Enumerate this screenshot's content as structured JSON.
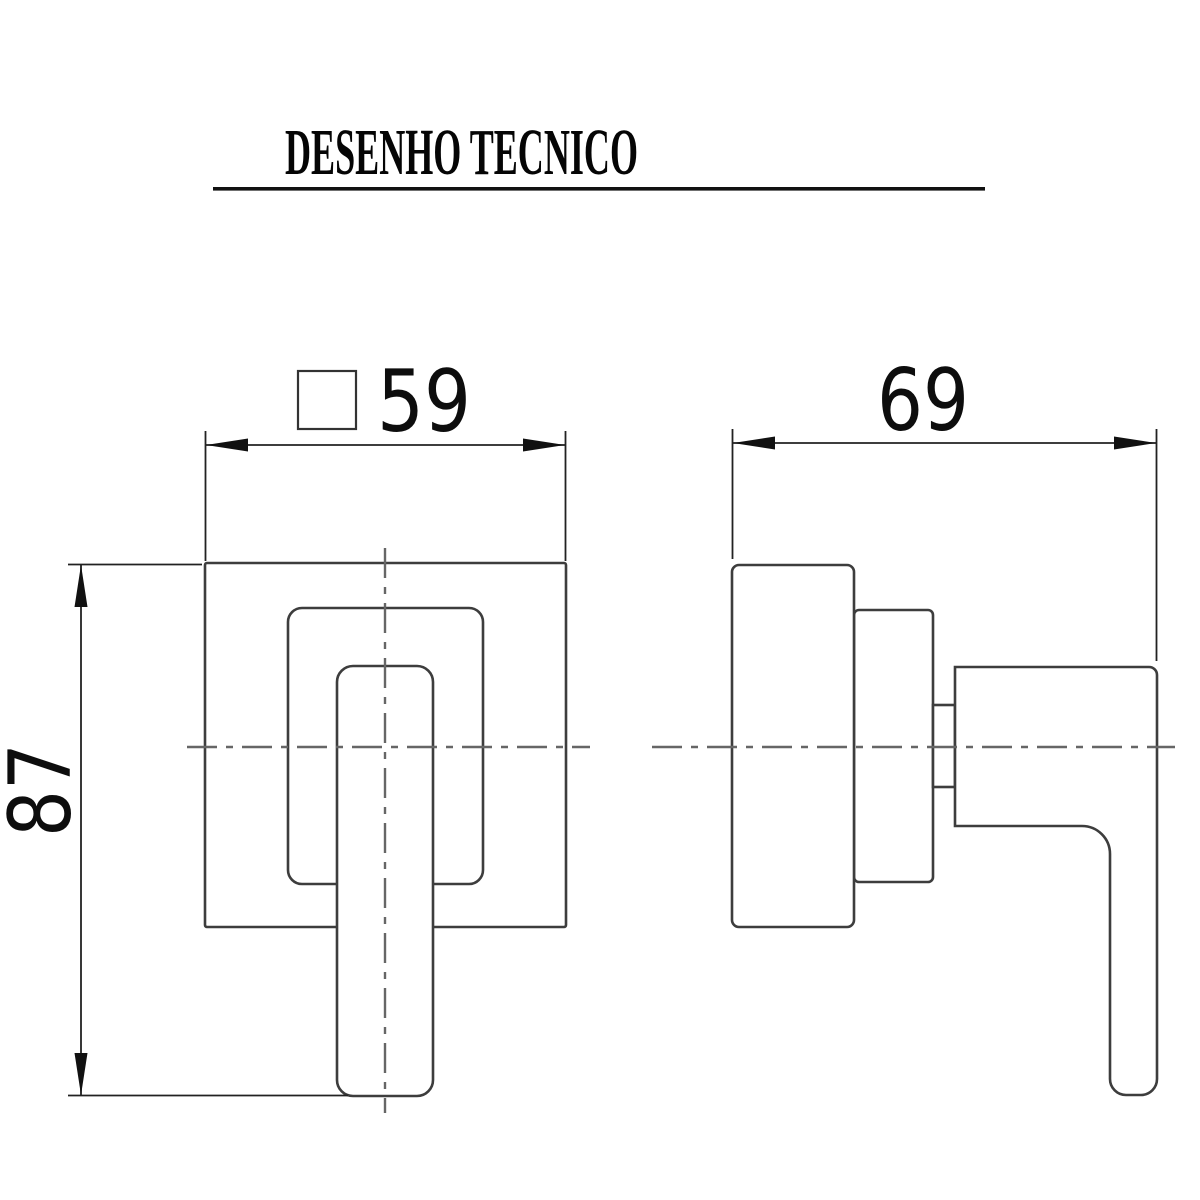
{
  "header": {
    "title": "DESENHO TECNICO"
  },
  "views": {
    "front": {
      "label": "front-view",
      "width_dim": {
        "symbol": "□",
        "value": "59"
      },
      "height_dim": {
        "value": "87"
      }
    },
    "side": {
      "label": "side-view",
      "depth_dim": {
        "value": "69"
      }
    }
  },
  "colors": {
    "background": "#ffffff",
    "object_line": "#3d3d3d",
    "center_line": "#666666",
    "dimension_line": "#222222",
    "text": "#0d0d0d"
  }
}
